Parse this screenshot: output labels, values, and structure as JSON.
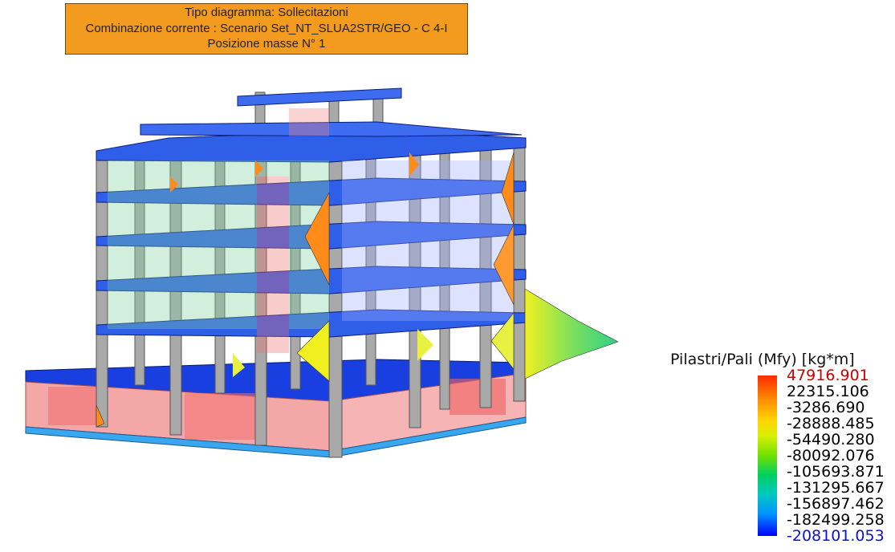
{
  "header": {
    "line1": "Tipo diagramma: Sollecitazioni",
    "line2": "Combinazione corrente : Scenario Set_NT_SLUA2STR/GEO - C 4-I",
    "line3": "Posizione masse N° 1"
  },
  "legend": {
    "title": "Pilastri/Pali (Mfy) [kg*m]",
    "values": [
      "47916.901",
      "22315.106",
      "-3286.690",
      "-28888.485",
      "-54490.280",
      "-80092.076",
      "-105693.871",
      "-131295.667",
      "-156897.462",
      "-182499.258",
      "-208101.053"
    ],
    "max_color": "#cc0000",
    "min_color": "#1010cc"
  },
  "colors": {
    "header_bg": "#f39b1e",
    "beam_blue": "#2f5fe8",
    "column_gray": "#a8a8a8",
    "foundation_pink": "#f2a0a0",
    "diagram_green": "#6ee06e",
    "diagram_orange": "#ff8c1a",
    "diagram_yellow": "#f0f020"
  }
}
